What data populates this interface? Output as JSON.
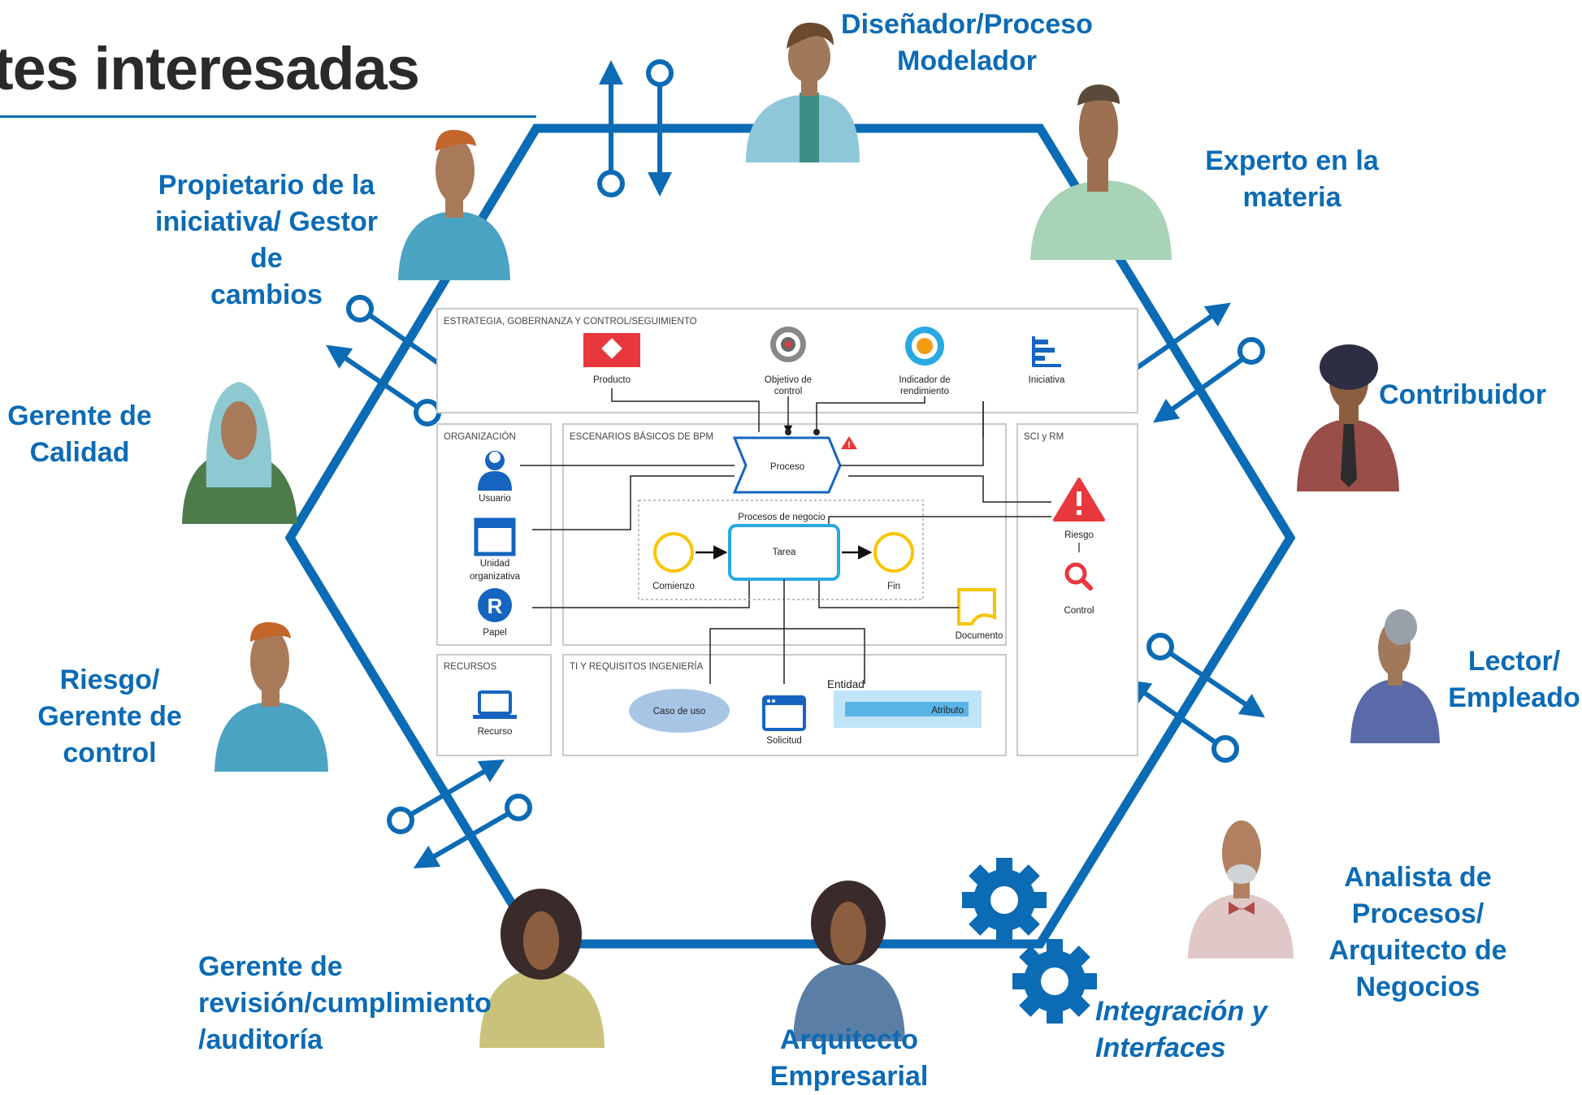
{
  "title": "tes interesadas",
  "roles": {
    "disenador": "Diseñador/Proceso\nModelador",
    "experto": "Experto en la materia",
    "propietario": "Propietario de la\niniciativa/ Gestor de\ncambios",
    "contribuidor": "Contribuidor",
    "gerente_calidad": "Gerente de\nCalidad",
    "lector": "Lector/\nEmpleado",
    "riesgo": "Riesgo/\nGerente de\ncontrol",
    "analista": "Analista de\nProcesos/\nArquitecto de\nNegocios",
    "revision": "Gerente de\nrevisión/cumplimiento\n/auditoría",
    "arquitecto": "Arquitecto\nEmpresarial",
    "integracion": "Integración y\nInterfaces"
  },
  "diagram": {
    "sections": {
      "estrategia": "ESTRATEGIA, GOBERNANZA Y CONTROL/SEGUIMIENTO",
      "organizacion": "ORGANIZACIÓN",
      "escenarios": "ESCENARIOS BÁSICOS DE BPM",
      "sci": "SCI y RM",
      "recursos": "RECURSOS",
      "ti": "TI Y REQUISITOS INGENIERÍA"
    },
    "labels": {
      "producto": "Producto",
      "objetivo_1": "Objetivo de",
      "objetivo_2": "control",
      "indicador_1": "Indicador de",
      "indicador_2": "rendimiento",
      "iniciativa": "Iniciativa",
      "usuario": "Usuario",
      "unidad_1": "Unidad",
      "unidad_2": "organizativa",
      "papel": "Papel",
      "proceso": "Proceso",
      "procesos_negocio": "Procesos de negocio",
      "tarea": "Tarea",
      "comienzo": "Comienzo",
      "fin": "Fin",
      "documento": "Documento",
      "riesgo": "Riesgo",
      "control": "Control",
      "recurso": "Recurso",
      "caso_uso": "Caso de uso",
      "solicitud": "Solicitud",
      "entidad": "Entidad",
      "atributo": "Atributo",
      "papel_letter": "R"
    }
  },
  "colors": {
    "accent": "#0b6bb5",
    "red": "#e8383d",
    "yellow": "#f7c600",
    "cyan": "#29a9e1",
    "blue_icon": "#1565c0"
  }
}
